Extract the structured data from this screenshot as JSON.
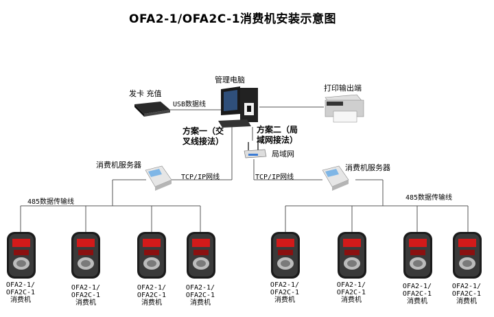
{
  "title": "OFA2-1/OFA2C-1消费机安装示意图",
  "pc": {
    "label": "管理电脑"
  },
  "printer": {
    "label": "打印输出端"
  },
  "card_reader": {
    "label": "发卡 充值",
    "link": "USB数据线"
  },
  "scheme1": {
    "line1": "方案一（交",
    "line2": "叉线接法）"
  },
  "scheme2": {
    "line1": "方案二（局",
    "line2": "域网接法）"
  },
  "router": {
    "label": "局域网"
  },
  "left_group": {
    "server_label": "消费机服务器",
    "tcp_label": "TCP/IP网线",
    "bus_label": "485数据传输线"
  },
  "right_group": {
    "server_label": "消费机服务器",
    "tcp_label": "TCP/IP网线",
    "bus_label": "485数据传输线"
  },
  "terminal_label": {
    "line1": "OFA2-1/",
    "line2": "OFA2C-1",
    "line3": "消费机"
  },
  "terminals": [
    {
      "name": "left-1"
    },
    {
      "name": "left-2"
    },
    {
      "name": "left-3"
    },
    {
      "name": "left-4"
    },
    {
      "name": "right-1"
    },
    {
      "name": "right-2"
    },
    {
      "name": "right-3"
    },
    {
      "name": "right-4"
    }
  ],
  "colors": {
    "line": "#555555",
    "device_dark": "#1b1b1b",
    "display_red": "#d21a1a",
    "screen": "#7fb6e6"
  }
}
